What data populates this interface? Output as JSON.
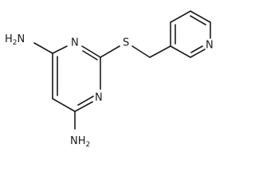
{
  "molecule": {
    "atoms": {
      "amine_top": {
        "element": "N",
        "hydrogens": "H",
        "hydrogen_count": "2"
      },
      "amine_bottom": {
        "element": "N",
        "hydrogens": "H",
        "hydrogen_count": "2"
      },
      "ring_n_top": "N",
      "ring_n_bottom": "N",
      "sulfur": "S",
      "pyridine_n": "N"
    },
    "colors": {
      "bond": "#1a1a1a",
      "label": "#1a1a1a"
    }
  }
}
